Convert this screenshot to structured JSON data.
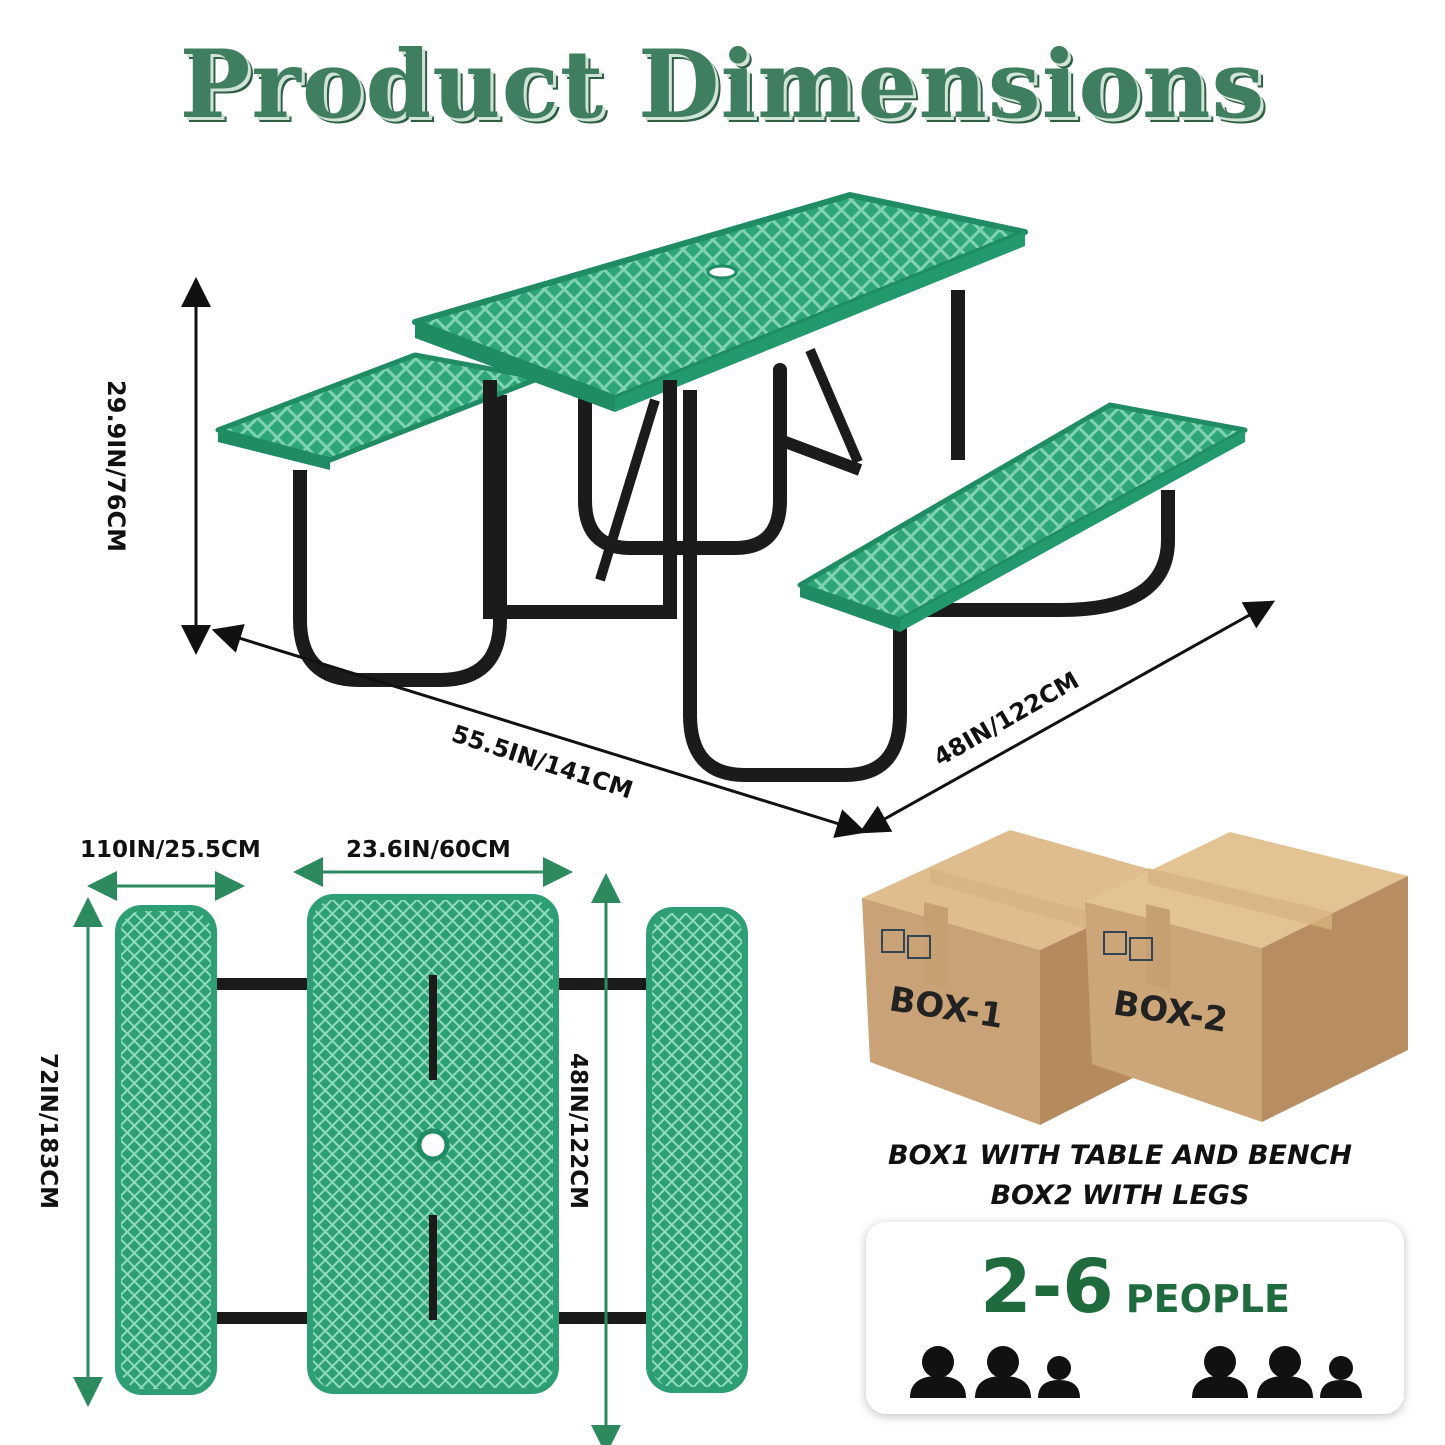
{
  "title": "Product Dimensions",
  "dimensions": {
    "height": "29.9IN/76CM",
    "length": "55.5IN/141CM",
    "width": "48IN/122CM",
    "bench_width": "110IN/25.5CM",
    "table_width": "23.6IN/60CM",
    "overall_length": "72IN/183CM",
    "table_length": "48IN/122CM"
  },
  "boxes": {
    "box1_label": "BOX-1",
    "box2_label": "BOX-2",
    "note_line1": "BOX1 WITH TABLE AND BENCH",
    "note_line2": "BOX2 WITH LEGS"
  },
  "capacity": {
    "range": "2-6",
    "unit": "PEOPLE"
  },
  "colors": {
    "table_green": "#2fa57a",
    "frame_black": "#1b1b1b",
    "title_green": "#3f7f5f",
    "box_kraft": "#c9a377"
  },
  "icons": [
    "person-icon",
    "person-icon",
    "person-icon",
    "person-icon",
    "person-icon",
    "person-icon"
  ]
}
